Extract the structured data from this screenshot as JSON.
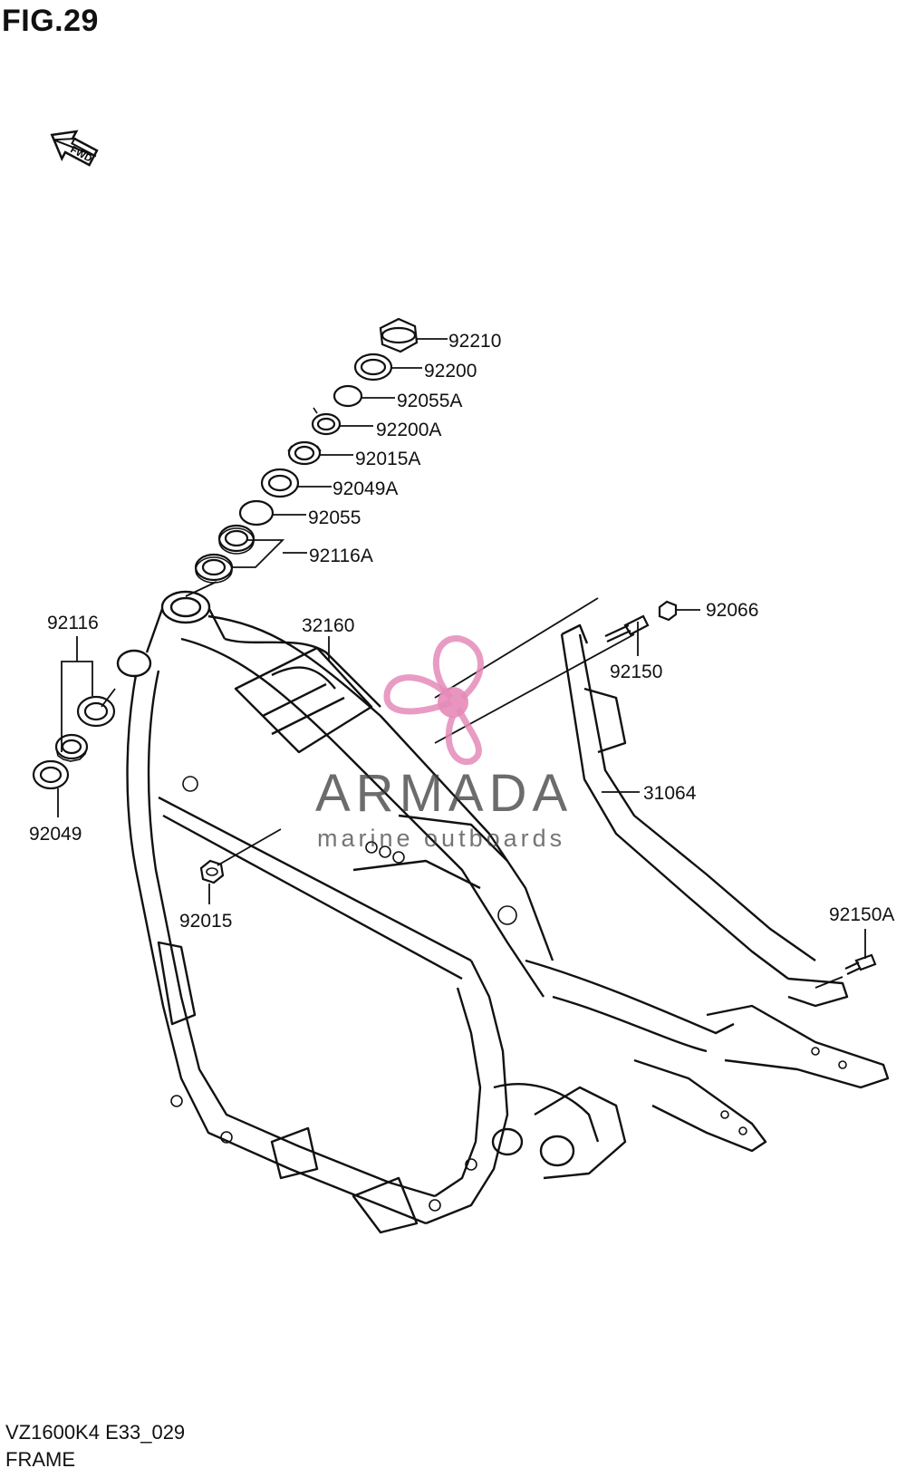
{
  "figure": {
    "title": "FIG.29",
    "model_code": "VZ1600K4 E33_029",
    "section_name": "FRAME",
    "direction_badge": "FWD"
  },
  "watermark": {
    "brand": "ARMADA",
    "tagline": "marine outboards",
    "logo_color": "#e58bb8"
  },
  "parts": [
    {
      "number": "92210"
    },
    {
      "number": "92200"
    },
    {
      "number": "92055A"
    },
    {
      "number": "92200A"
    },
    {
      "number": "92015A"
    },
    {
      "number": "92049A"
    },
    {
      "number": "92055"
    },
    {
      "number": "92116A"
    },
    {
      "number": "92116"
    },
    {
      "number": "32160"
    },
    {
      "number": "92066"
    },
    {
      "number": "92150"
    },
    {
      "number": "31064"
    },
    {
      "number": "92049"
    },
    {
      "number": "92015"
    },
    {
      "number": "92150A"
    }
  ]
}
